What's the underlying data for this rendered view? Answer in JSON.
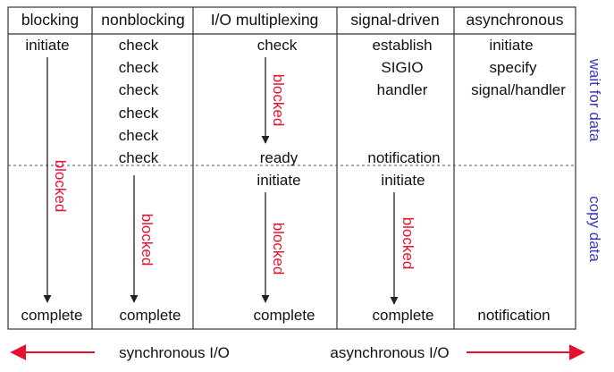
{
  "colors": {
    "text": "#111111",
    "blocked": "#e8112d",
    "side_label": "#3b3bb8",
    "border": "#333333",
    "arrow_red": "#e8112d"
  },
  "headers": [
    "blocking",
    "nonblocking",
    "I/O multiplexing",
    "signal-driven",
    "asynchronous"
  ],
  "columns": [
    {
      "key": "blocking",
      "top": [
        "initiate"
      ],
      "blocked": "blocked",
      "bottom": "complete"
    },
    {
      "key": "nonblocking",
      "top": [
        "check",
        "check",
        "check",
        "check",
        "check",
        "check"
      ],
      "blocked": "blocked",
      "bottom": "complete"
    },
    {
      "key": "io_multiplexing",
      "top": [
        "check"
      ],
      "blocked_wait": "blocked",
      "ready": "ready",
      "initiate": "initiate",
      "blocked": "blocked",
      "bottom": "complete"
    },
    {
      "key": "signal_driven",
      "top": [
        "establish",
        "SIGIO",
        "handler"
      ],
      "notification": "notification",
      "initiate": "initiate",
      "blocked": "blocked",
      "bottom": "complete"
    },
    {
      "key": "asynchronous",
      "top": [
        "initiate",
        "specify",
        "signal/handler"
      ],
      "bottom": "notification"
    }
  ],
  "side_labels": {
    "wait": "wait for data",
    "copy": "copy data"
  },
  "footer": {
    "sync": "synchronous I/O",
    "async": "asynchronous I/O"
  }
}
